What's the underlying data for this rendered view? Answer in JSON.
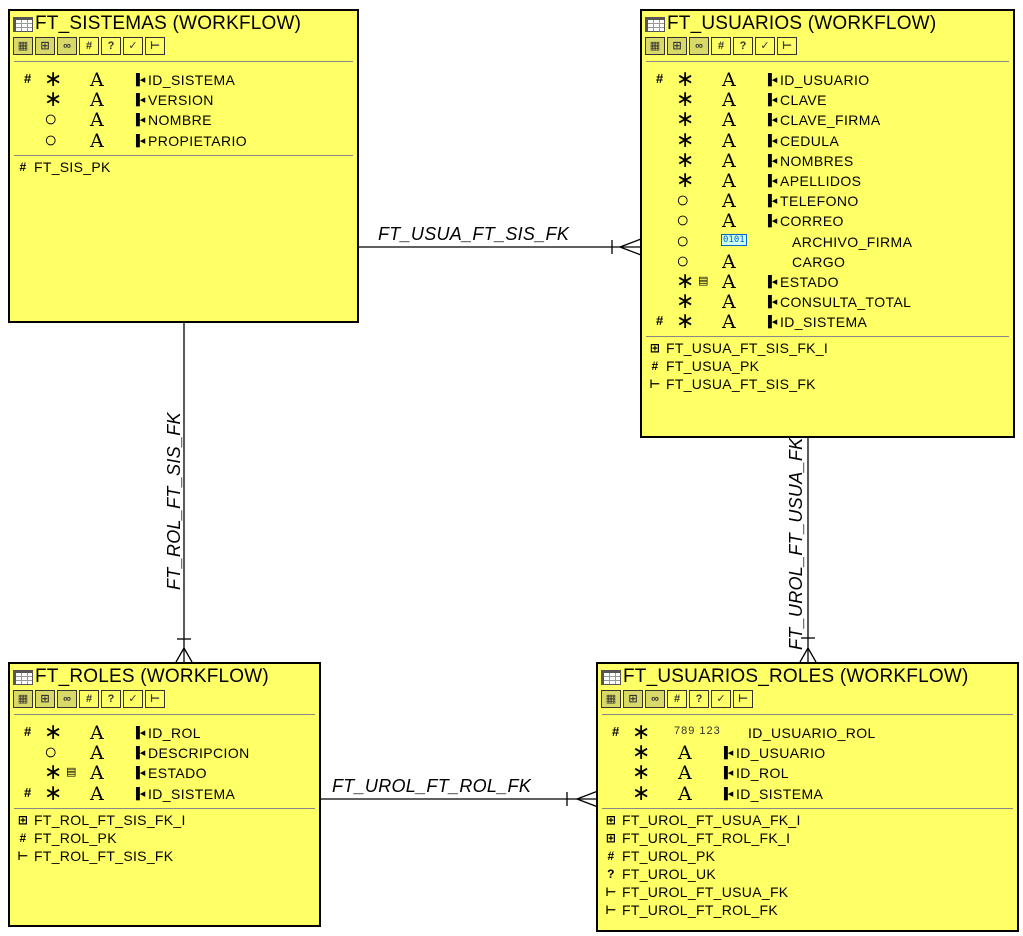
{
  "toolbar_icons": [
    "columns-icon",
    "indexes-icon",
    "glasses-icon",
    "hash-icon",
    "unique-key-icon",
    "check-icon",
    "foreign-key-icon"
  ],
  "colors": {
    "entity_fill": "#ffff66",
    "entity_border": "#000000",
    "line": "#000000"
  },
  "entities": {
    "sistemas": {
      "title": "FT_SISTEMAS (WORKFLOW)",
      "columns": [
        {
          "pk": "#",
          "req": "*",
          "type": "A",
          "name": "ID_SISTEMA"
        },
        {
          "pk": "",
          "req": "*",
          "type": "A",
          "name": "VERSION"
        },
        {
          "pk": "",
          "req": "o",
          "type": "A",
          "name": "NOMBRE"
        },
        {
          "pk": "",
          "req": "o",
          "type": "A",
          "name": "PROPIETARIO"
        }
      ],
      "indexes": [
        {
          "icon": "#",
          "name": "FT_SIS_PK"
        }
      ]
    },
    "usuarios": {
      "title": "FT_USUARIOS (WORKFLOW)",
      "columns": [
        {
          "pk": "#",
          "req": "*",
          "type": "A",
          "name": "ID_USUARIO"
        },
        {
          "pk": "",
          "req": "*",
          "type": "A",
          "name": "CLAVE"
        },
        {
          "pk": "",
          "req": "*",
          "type": "A",
          "name": "CLAVE_FIRMA"
        },
        {
          "pk": "",
          "req": "*",
          "type": "A",
          "name": "CEDULA"
        },
        {
          "pk": "",
          "req": "*",
          "type": "A",
          "name": "NOMBRES"
        },
        {
          "pk": "",
          "req": "*",
          "type": "A",
          "name": "APELLIDOS"
        },
        {
          "pk": "",
          "req": "o",
          "type": "A",
          "name": "TELEFONO"
        },
        {
          "pk": "",
          "req": "o",
          "type": "A",
          "name": "CORREO"
        },
        {
          "pk": "",
          "req": "o",
          "type": "0101",
          "name": "ARCHIVO_FIRMA"
        },
        {
          "pk": "",
          "req": "o",
          "type": "A",
          "name": "CARGO"
        },
        {
          "pk": "",
          "req": "*",
          "type": "A",
          "name": "ESTADO"
        },
        {
          "pk": "",
          "req": "*",
          "type": "A",
          "name": "CONSULTA_TOTAL"
        },
        {
          "pk": "#",
          "req": "*",
          "type": "A",
          "name": "ID_SISTEMA"
        }
      ],
      "indexes": [
        {
          "icon": "idx",
          "name": "FT_USUA_FT_SIS_FK_I"
        },
        {
          "icon": "#",
          "name": "FT_USUA_PK"
        },
        {
          "icon": "fk",
          "name": "FT_USUA_FT_SIS_FK"
        }
      ]
    },
    "roles": {
      "title": "FT_ROLES (WORKFLOW)",
      "columns": [
        {
          "pk": "#",
          "req": "*",
          "type": "A",
          "name": "ID_ROL"
        },
        {
          "pk": "",
          "req": "o",
          "type": "A",
          "name": "DESCRIPCION"
        },
        {
          "pk": "",
          "req": "*",
          "type": "A",
          "name": "ESTADO"
        },
        {
          "pk": "#",
          "req": "*",
          "type": "A",
          "name": "ID_SISTEMA"
        }
      ],
      "indexes": [
        {
          "icon": "idx",
          "name": "FT_ROL_FT_SIS_FK_I"
        },
        {
          "icon": "#",
          "name": "FT_ROL_PK"
        },
        {
          "icon": "fk",
          "name": "FT_ROL_FT_SIS_FK"
        }
      ]
    },
    "usuarios_roles": {
      "title": "FT_USUARIOS_ROLES (WORKFLOW)",
      "columns": [
        {
          "pk": "#",
          "req": "*",
          "type": "789",
          "name": "ID_USUARIO_ROL"
        },
        {
          "pk": "",
          "req": "*",
          "type": "A",
          "name": "ID_USUARIO"
        },
        {
          "pk": "",
          "req": "*",
          "type": "A",
          "name": "ID_ROL"
        },
        {
          "pk": "",
          "req": "*",
          "type": "A",
          "name": "ID_SISTEMA"
        }
      ],
      "indexes": [
        {
          "icon": "idx",
          "name": "FT_UROL_FT_USUA_FK_I"
        },
        {
          "icon": "idx",
          "name": "FT_UROL_FT_ROL_FK_I"
        },
        {
          "icon": "#",
          "name": "FT_UROL_PK"
        },
        {
          "icon": "uk",
          "name": "FT_UROL_UK"
        },
        {
          "icon": "fk",
          "name": "FT_UROL_FT_USUA_FK"
        },
        {
          "icon": "fk",
          "name": "FT_UROL_FT_ROL_FK"
        }
      ]
    }
  },
  "relationships": {
    "usua_sis": "FT_USUA_FT_SIS_FK",
    "rol_sis": "FT_ROL_FT_SIS_FK",
    "urol_usua": "FT_UROL_FT_USUA_FK",
    "urol_rol": "FT_UROL_FT_ROL_FK"
  }
}
